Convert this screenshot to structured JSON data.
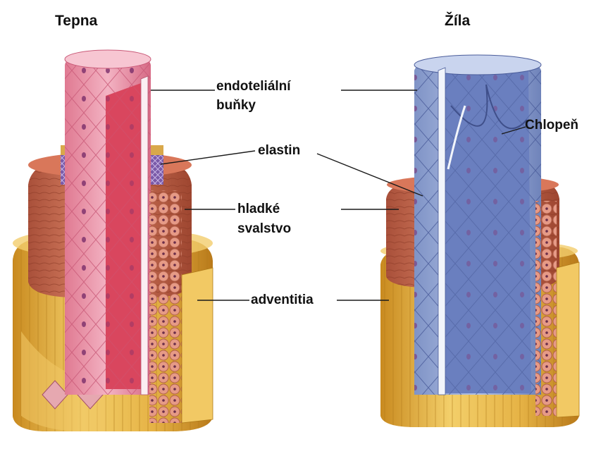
{
  "titles": {
    "artery": "Tepna",
    "vein": "Žíla"
  },
  "labels": {
    "endothelial_line1": "endoteliální",
    "endothelial_line2": "buňky",
    "elastin": "elastin",
    "smooth_muscle_line1": "hladké",
    "smooth_muscle_line2": "svalstvo",
    "adventitia": "adventitia",
    "valve": "Chlopeň"
  },
  "colors": {
    "adventitia": "#e8b84a",
    "adventitia_dark": "#c98a1f",
    "muscle": "#c96a4a",
    "muscle_dark": "#9e4630",
    "elastin": "#7a5aa8",
    "artery_intima": "#e98aa0",
    "artery_lumen": "#d9465e",
    "vein_intima": "#8fa2cf",
    "vein_lumen": "#6a7fbf",
    "nucleus": "#6b2e6b",
    "label_text": "#111111"
  }
}
